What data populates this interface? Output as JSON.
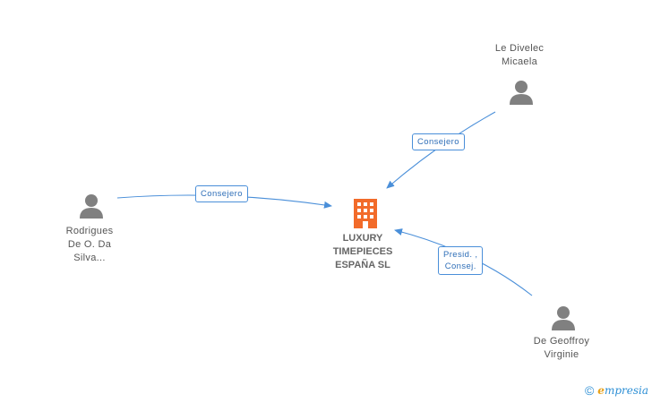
{
  "company": {
    "name_lines": [
      "LUXURY",
      "TIMEPIECES",
      "ESPAÑA SL"
    ],
    "icon": "building-icon",
    "color": "#f26b2a"
  },
  "people": [
    {
      "id": "le-divelec",
      "name_lines": [
        "Le Divelec",
        "Micaela"
      ],
      "icon": "person-icon"
    },
    {
      "id": "rodrigues",
      "name_lines": [
        "Rodrigues",
        "De O.  Da",
        "Silva..."
      ],
      "icon": "person-icon"
    },
    {
      "id": "de-geoffroy",
      "name_lines": [
        "De Geoffroy",
        "Virginie"
      ],
      "icon": "person-icon"
    }
  ],
  "edges": [
    {
      "from": "le-divelec",
      "label_lines": [
        "Consejero"
      ]
    },
    {
      "from": "rodrigues",
      "label_lines": [
        "Consejero"
      ]
    },
    {
      "from": "de-geoffroy",
      "label_lines": [
        "Presid. ,",
        "Consej."
      ]
    }
  ],
  "colors": {
    "edge": "#4a8fd9",
    "person_icon": "#808080",
    "label_text": "#555555"
  },
  "watermark": {
    "symbol": "©",
    "brand_initial": "e",
    "brand_rest": "mpresia"
  }
}
